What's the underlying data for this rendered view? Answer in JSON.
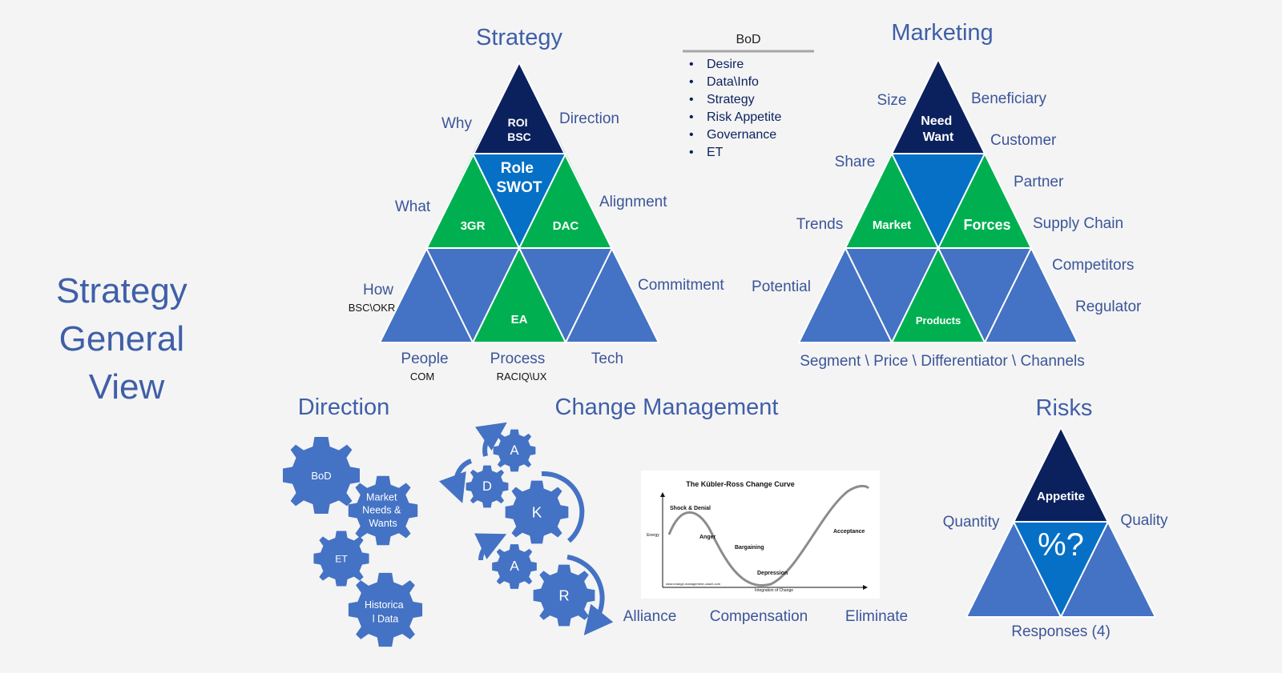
{
  "page_title": [
    "Strategy",
    "General",
    "View"
  ],
  "colors": {
    "navy": "#0b215e",
    "royal": "#0570c5",
    "green": "#00b050",
    "steel": "#4472c4",
    "text": "#3b5599",
    "background": "#f4f4f4"
  },
  "strategy": {
    "title": "Strategy",
    "apex": [
      "ROI",
      "BSC"
    ],
    "center": [
      "Role",
      "SWOT"
    ],
    "left": "3GR",
    "right": "DAC",
    "bottom_center": "EA",
    "side_labels": {
      "why": "Why",
      "direction": "Direction",
      "what": "What",
      "alignment": "Alignment",
      "how": "How",
      "how_sub": "BSC\\OKR",
      "commitment": "Commitment"
    },
    "bottom_labels": {
      "people": "People",
      "people_sub": "COM",
      "process": "Process",
      "process_sub": "RACIQ\\UX",
      "tech": "Tech"
    }
  },
  "bod_box": {
    "title": "BoD",
    "items": [
      "Desire",
      "Data\\Info",
      "Strategy",
      "Risk Appetite",
      "Governance",
      "ET"
    ]
  },
  "marketing": {
    "title": "Marketing",
    "apex": [
      "Need",
      "Want"
    ],
    "left": "Market",
    "right": "Forces",
    "bottom_center": "Products",
    "side_labels": {
      "size": "Size",
      "beneficiary": "Beneficiary",
      "customer": "Customer",
      "share": "Share",
      "partner": "Partner",
      "trends": "Trends",
      "supply_chain": "Supply Chain",
      "competitors": "Competitors",
      "potential": "Potential",
      "regulator": "Regulator"
    },
    "bottom": "Segment \\ Price \\ Differentiator \\ Channels"
  },
  "direction": {
    "title": "Direction",
    "gears": [
      "BoD",
      "Market Needs & Wants",
      "ET",
      "Historica l Data"
    ]
  },
  "change_management": {
    "title": "Change Management",
    "gears": [
      "A",
      "D",
      "K",
      "A",
      "R"
    ],
    "curve": {
      "title": "The Kübler-Ross Change Curve",
      "y_axis": "Energy",
      "x_axis": "Integration of Change",
      "stages": [
        "Shock & Denial",
        "Anger",
        "Bargaining",
        "Depression",
        "Acceptance"
      ],
      "source": "www.change-management-coach.com"
    },
    "bottom_labels": [
      "Alliance",
      "Compensation",
      "Eliminate"
    ]
  },
  "risks": {
    "title": "Risks",
    "apex": "Appetite",
    "center": "%?",
    "left_label": "Quantity",
    "right_label": "Quality",
    "bottom": "Responses (4)"
  }
}
